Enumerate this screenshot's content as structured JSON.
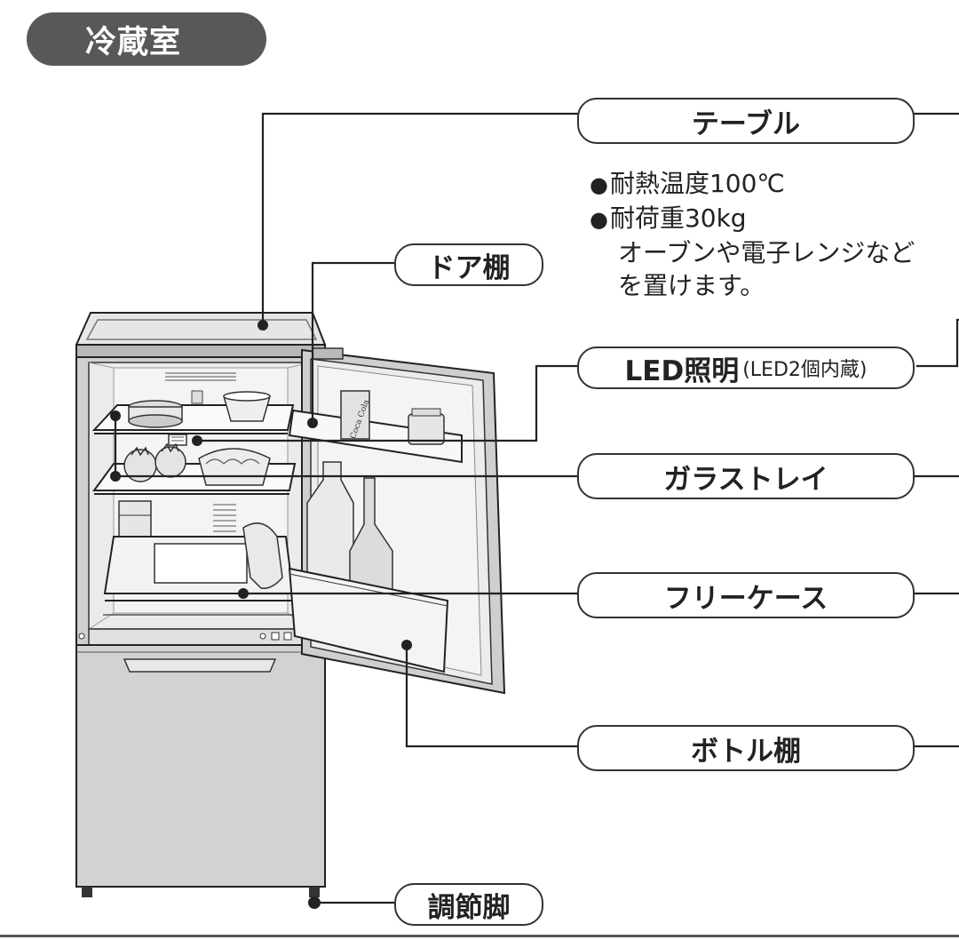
{
  "section_title": "冷蔵室",
  "labels": {
    "table": "テーブル",
    "door_shelf": "ドア棚",
    "led": "LED照明",
    "led_note": "(LED2個内蔵)",
    "glass_tray": "ガラストレイ",
    "free_case": "フリーケース",
    "bottle_shelf": "ボトル棚",
    "leveling_feet": "調節脚"
  },
  "table_notes": {
    "bullet": "●",
    "heat": "耐熱温度100℃",
    "load": "耐荷重30kg",
    "desc_line1": "オーブンや電子レンジなど",
    "desc_line2": "を置けます。"
  },
  "bottle_labels": {
    "can": "Coca Cola"
  },
  "colors": {
    "title_bg": "#585858",
    "line": "#222222",
    "fridge_body": "#d4d4d4",
    "interior": "#e9e9e9"
  }
}
